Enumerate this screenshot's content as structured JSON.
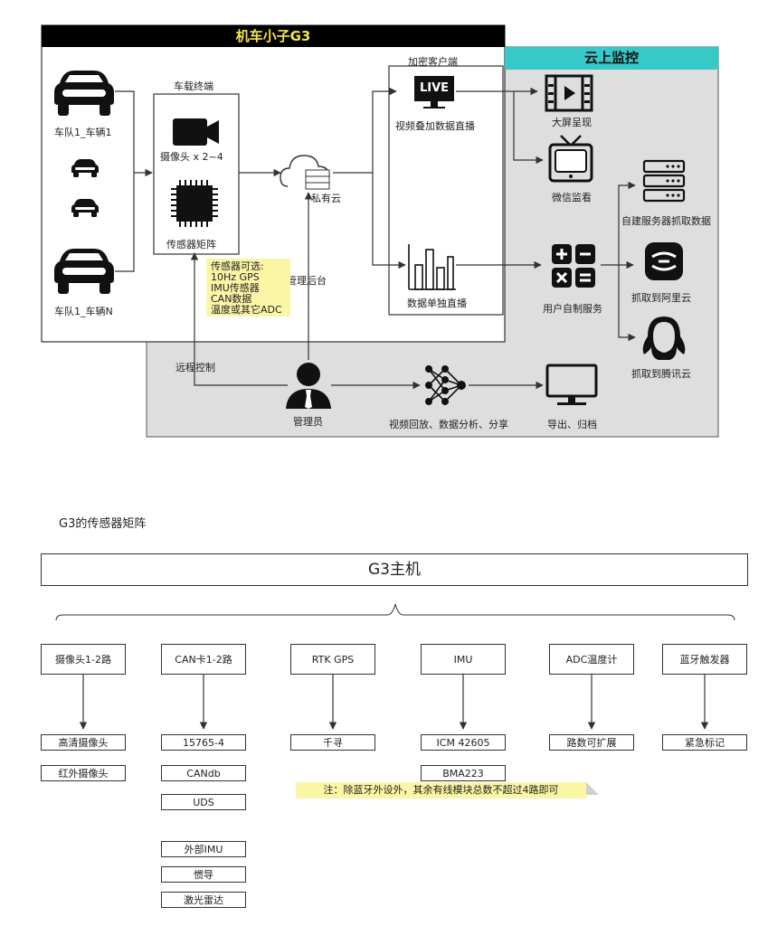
{
  "top": {
    "title": "机车小子G3",
    "cloud_title": "云上监控",
    "fleet_car1": "车队1_车辆1",
    "fleet_carN": "车队1_车辆N",
    "terminal_title": "车载终端",
    "camera_label": "摄像头 x 2~4",
    "sensor_label": "传感器矩阵",
    "private_cloud": "私有云",
    "encrypted_client": "加密客户端",
    "live_text": "LIVE",
    "video_live": "视频叠加数据直播",
    "data_live": "数据单独直播",
    "big_screen": "大屏呈现",
    "wechat": "微信监看",
    "self_server": "自建服务器抓取数据",
    "user_service": "用户自制服务",
    "aliyun": "抓取到阿里云",
    "tencent": "抓取到腾讯云",
    "admin_backend": "管理后台",
    "remote_control": "远程控制",
    "admin": "管理员",
    "analysis": "视频回放、数据分析、分享",
    "export": "导出、归档",
    "sensor_note": [
      "传感器可选:",
      "10Hz GPS",
      "IMU传感器",
      "CAN数据",
      "温度或其它ADC"
    ]
  },
  "matrix": {
    "section_title": "G3的传感器矩阵",
    "host": "G3主机",
    "columns": [
      {
        "head": "摄像头1-2路",
        "items": [
          "高清摄像头",
          "红外摄像头"
        ]
      },
      {
        "head": "CAN卡1-2路",
        "items": [
          "15765-4",
          "CANdb",
          "UDS",
          "外部IMU",
          "惯导",
          "激光雷达"
        ]
      },
      {
        "head": "RTK GPS",
        "items": [
          "千寻"
        ]
      },
      {
        "head": "IMU",
        "items": [
          "ICM 42605",
          "BMA223"
        ]
      },
      {
        "head": "ADC温度计",
        "items": [
          "路数可扩展"
        ]
      },
      {
        "head": "蓝牙触发器",
        "items": [
          "紧急标记"
        ]
      }
    ],
    "note": "注：除蓝牙外设外，其余有线模块总数不超过4路即可"
  },
  "colors": {
    "title_bg": "#000000",
    "title_fg": "#f5e642",
    "cloud_bg": "#37c8c8",
    "gray_bg": "#dedede",
    "note_bg": "#fbf5a6"
  }
}
